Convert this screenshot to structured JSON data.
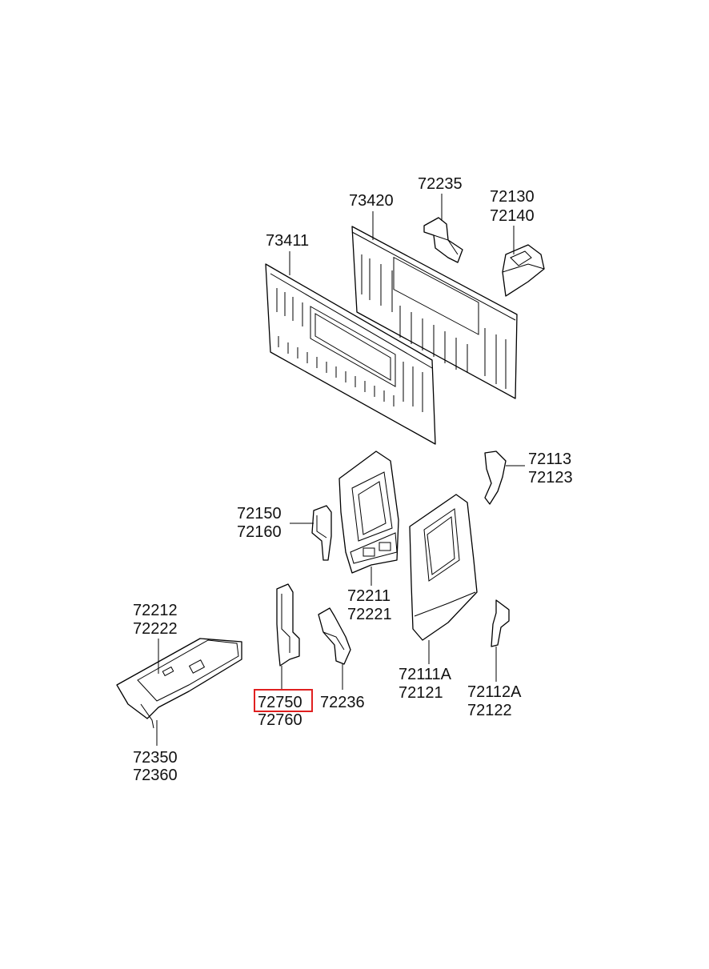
{
  "labels": {
    "p73411": "73411",
    "p73420": "73420",
    "p72235": "72235",
    "p72130": "72130",
    "p72140": "72140",
    "p72113": "72113",
    "p72123": "72123",
    "p72150": "72150",
    "p72160": "72160",
    "p72211": "72211",
    "p72221": "72221",
    "p72212": "72212",
    "p72222": "72222",
    "p72750": "72750",
    "p72760": "72760",
    "p72236": "72236",
    "p72111A": "72111A",
    "p72121": "72121",
    "p72112A": "72112A",
    "p72122": "72122",
    "p72350": "72350",
    "p72360": "72360"
  },
  "highlight": {
    "part": "72750",
    "color": "#e02020"
  }
}
